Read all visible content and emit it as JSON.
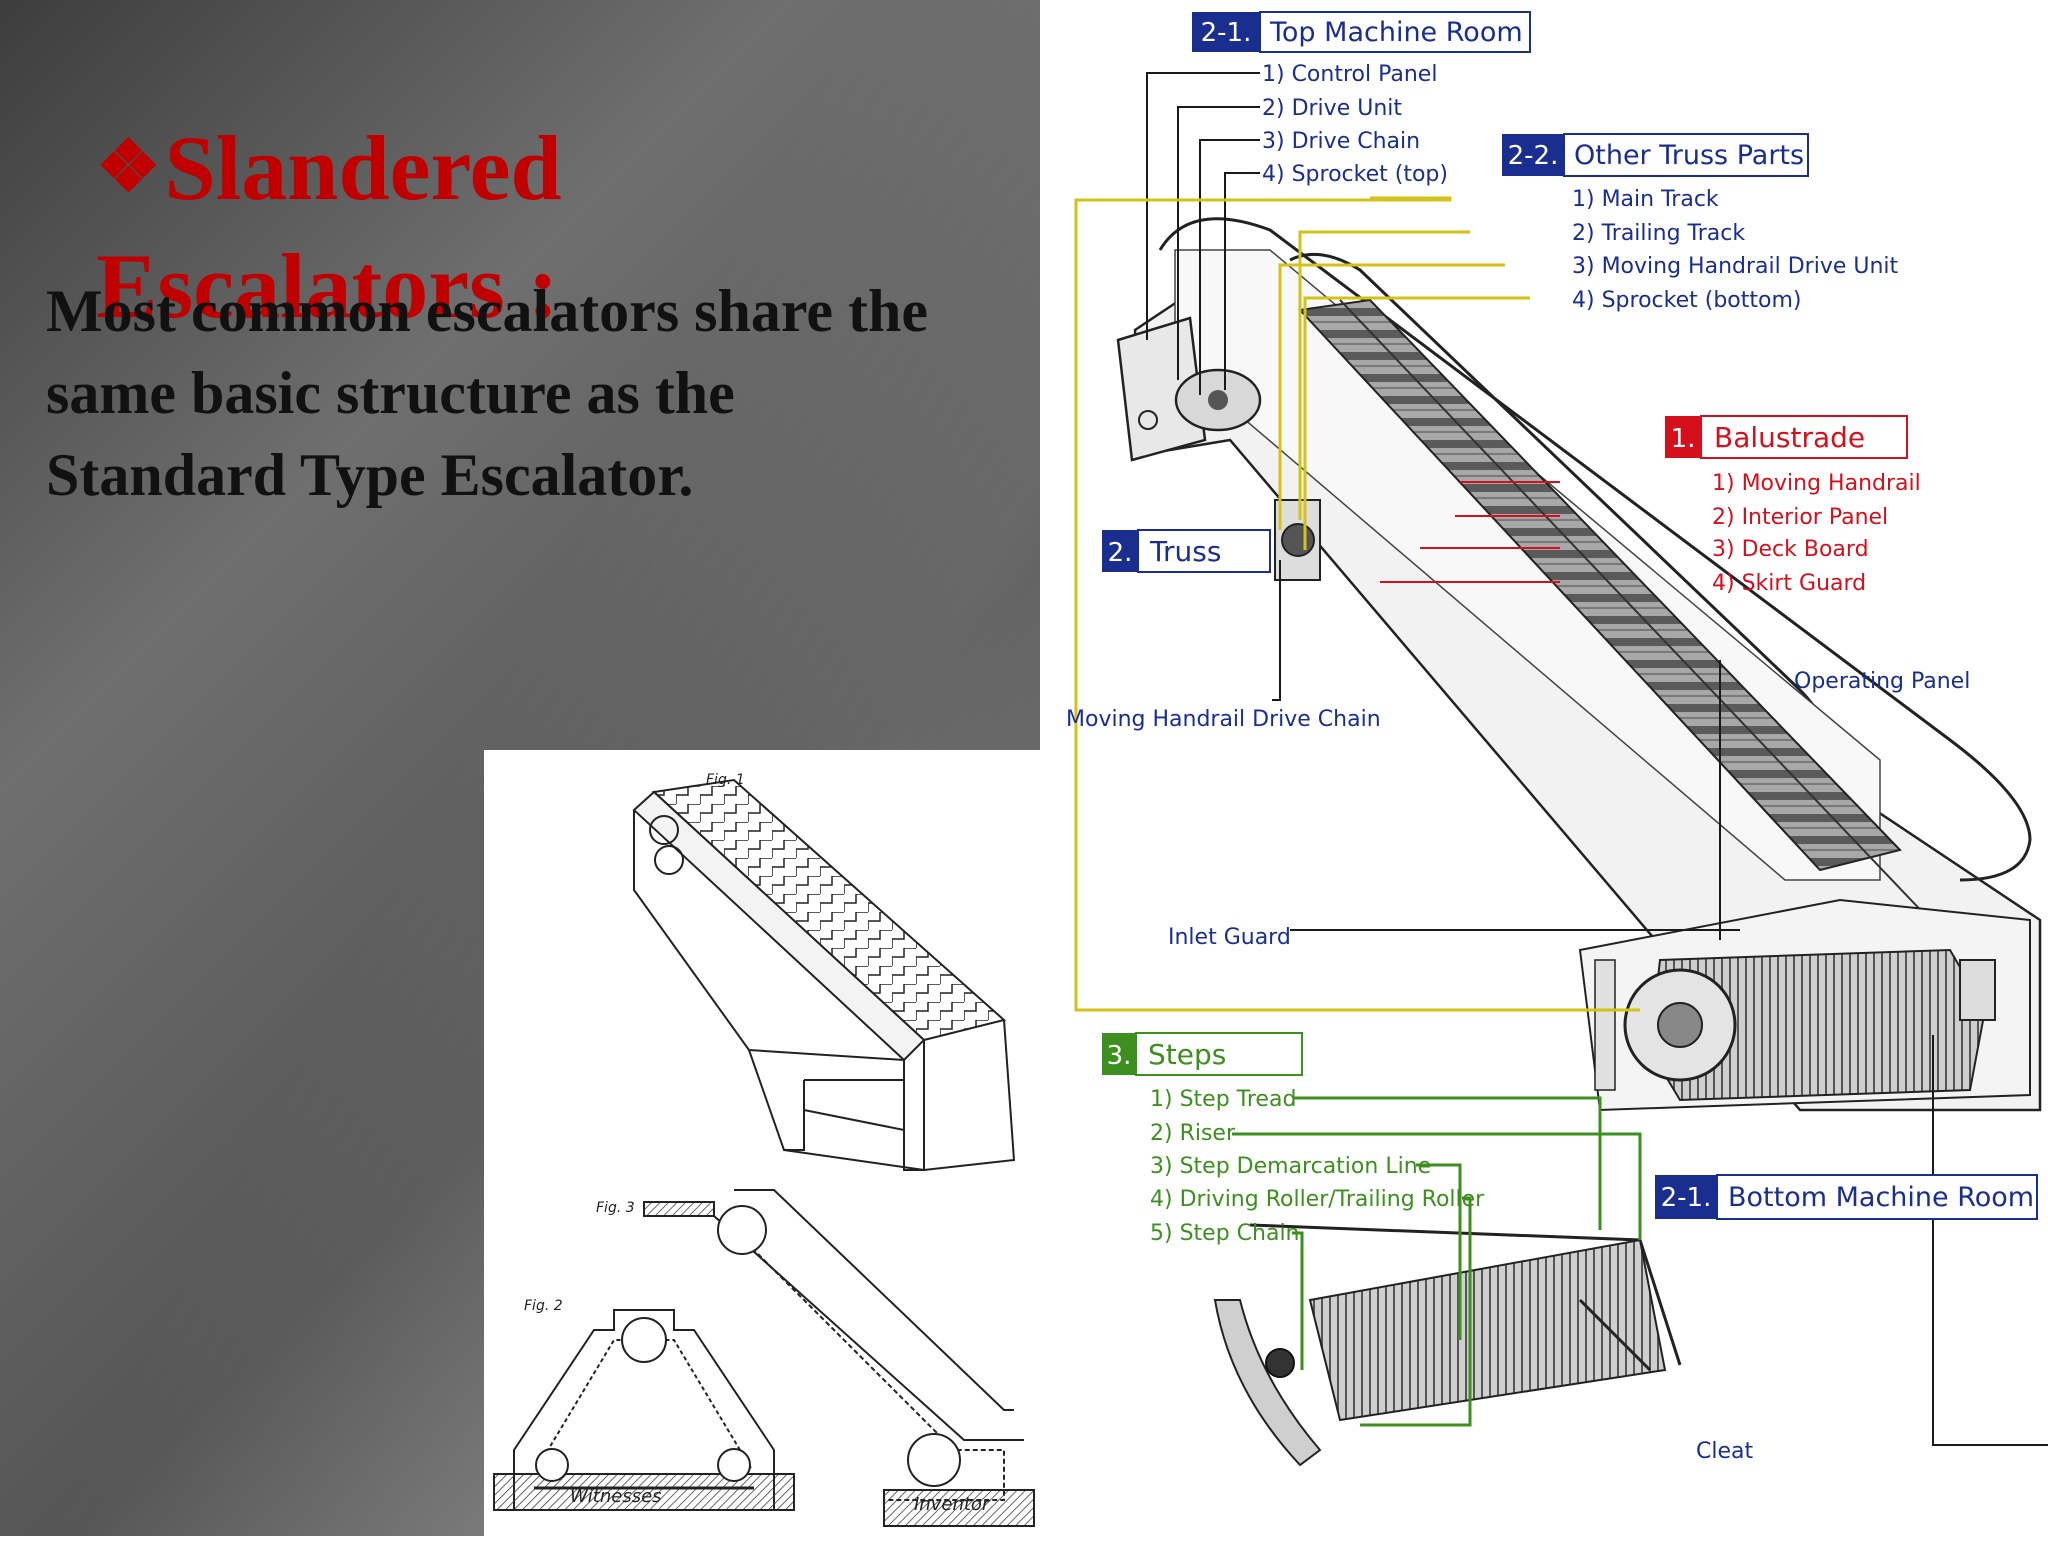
{
  "slide": {
    "title_bullet": "❖",
    "title": "Slandered Escalators :",
    "body": "Most common escalators share the same basic structure as the Standard Type Escalator."
  },
  "diagram": {
    "top_machine_room": {
      "num": "2-1.",
      "title": "Top Machine Room",
      "items": [
        "1) Control Panel",
        "2) Drive Unit",
        "3) Drive Chain",
        "4) Sprocket (top)"
      ]
    },
    "other_truss_parts": {
      "num": "2-2.",
      "title": "Other Truss Parts",
      "items": [
        "1) Main Track",
        "2) Trailing Track",
        "3) Moving Handrail Drive Unit",
        "4) Sprocket (bottom)"
      ]
    },
    "balustrade": {
      "num": "1.",
      "title": "Balustrade",
      "items": [
        "1) Moving Handrail",
        "2) Interior Panel",
        "3) Deck Board",
        "4) Skirt Guard"
      ]
    },
    "truss": {
      "num": "2.",
      "title": "Truss"
    },
    "moving_handrail_drive_chain": "Moving Handrail Drive Chain",
    "operating_panel": "Operating Panel",
    "inlet_guard": "Inlet Guard",
    "steps": {
      "num": "3.",
      "title": "Steps",
      "items": [
        "1) Step Tread",
        "2) Riser",
        "3) Step Demarcation Line",
        "4) Driving Roller/Trailing Roller",
        "5) Step Chain"
      ]
    },
    "bottom_machine_room": {
      "num": "2-1.",
      "title": "Bottom Machine Room"
    },
    "cleat": "Cleat",
    "colors": {
      "navy": "#1a2e8f",
      "red": "#d3101c",
      "green": "#3d8f1f",
      "yellow": "#d4c21a"
    }
  },
  "patent": {
    "fig_labels": [
      "Fig. 1",
      "Fig. 2",
      "Fig. 3"
    ],
    "witnesses": "Witnesses",
    "inventor": "Inventor"
  }
}
